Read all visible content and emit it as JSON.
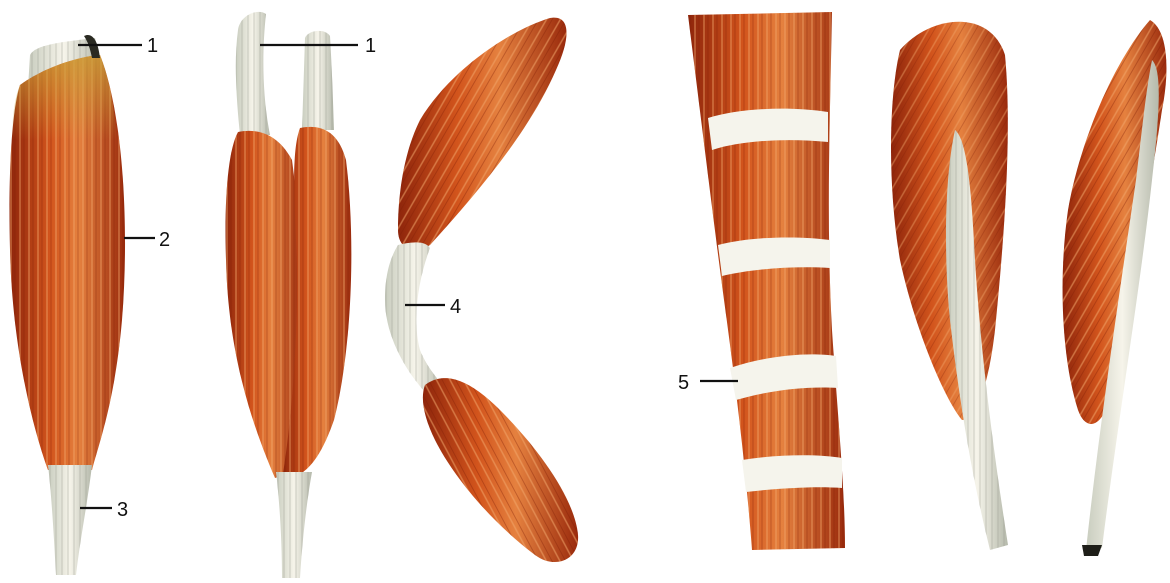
{
  "colors": {
    "muscle_dark": "#9a2a0c",
    "muscle_mid": "#cf4a14",
    "muscle_light": "#e98a48",
    "tendon_light": "#f3f1e6",
    "tendon_shade": "#b9bdb0",
    "leader": "#111111",
    "background": "#ffffff"
  },
  "labels": {
    "l1a": "1",
    "l1b": "1",
    "l2": "2",
    "l3": "3",
    "l4": "4",
    "l5": "5"
  }
}
